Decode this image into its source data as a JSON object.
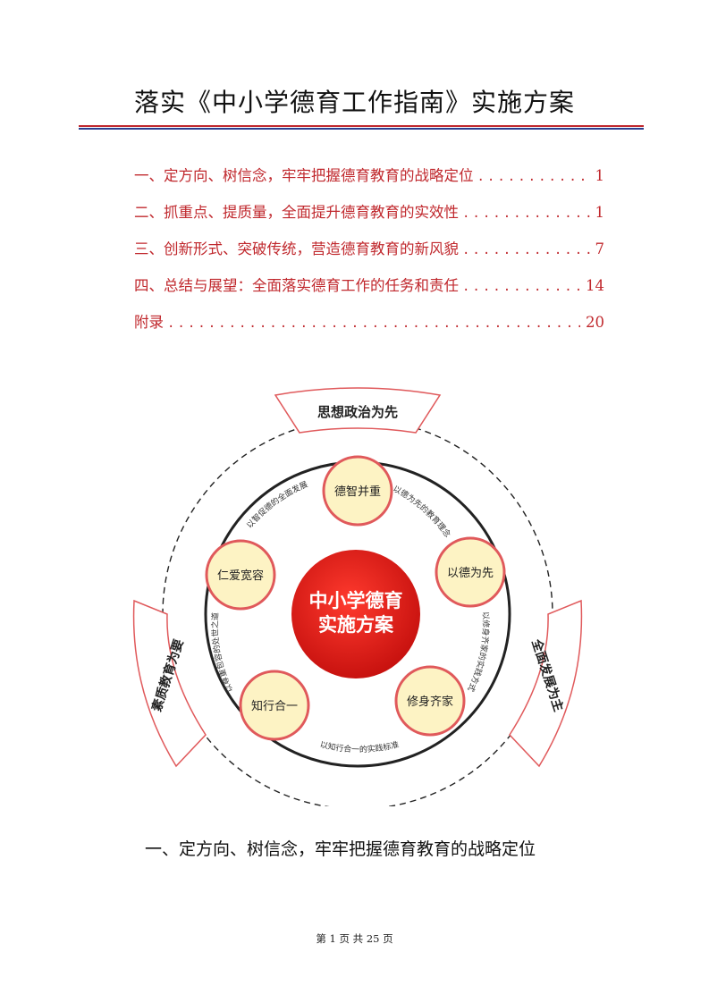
{
  "document": {
    "title": "落实《中小学德育工作指南》实施方案"
  },
  "toc": [
    {
      "text": "一、定方向、树信念，牢牢把握德育教育的战略定位",
      "page": "1"
    },
    {
      "text": "二、抓重点、提质量，全面提升德育教育的实效性",
      "page": "1"
    },
    {
      "text": "三、创新形式、突破传统，营造德育教育的新风貌",
      "page": "7"
    },
    {
      "text": "四、总结与展望：全面落实德育工作的任务和责任",
      "page": "14"
    },
    {
      "text": "附录",
      "page": "20"
    }
  ],
  "diagram": {
    "center": [
      "中小学德育",
      "实施方案"
    ],
    "banners": {
      "top": "思想政治为先",
      "left": "素质教育为要",
      "right": "全面发展为主"
    },
    "nodes": [
      "德智并重",
      "以德为先",
      "修身齐家",
      "知行合一",
      "仁爱宽容"
    ],
    "arc_labels": [
      "以德为先的教育理念",
      "以修身齐家的实践方式",
      "以知行合一的实践标准",
      "以尊重包容的处世之道",
      "以智促德的全面发展"
    ]
  },
  "section_heading": "一、定方向、树信念，牢牢把握德育教育的战略定位",
  "footer": {
    "text": "第 1 页 共 25 页"
  },
  "colors": {
    "accent_red": "#c0282d",
    "accent_blue": "#2c3f8f",
    "center_red": "#e01b1b",
    "node_fill": "#fdf3c4",
    "node_border": "#e0595b"
  }
}
